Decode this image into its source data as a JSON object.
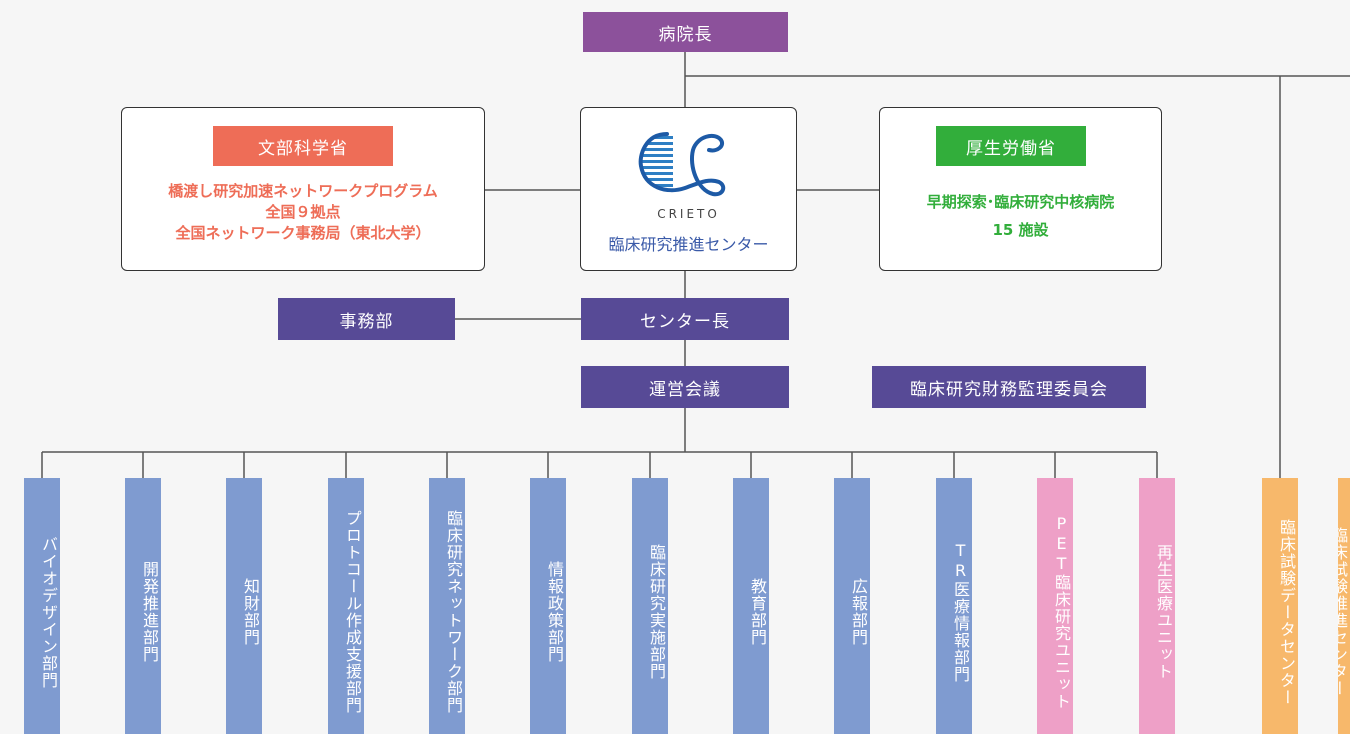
{
  "director": "病院長",
  "mext": {
    "title": "文部科学省",
    "lines": [
      "橋渡し研究加速ネットワークプログラム",
      "全国９拠点",
      "全国ネットワーク事務局（東北大学）"
    ]
  },
  "crieto": {
    "logo_text": "CRIETO",
    "name": "臨床研究推進センター"
  },
  "mhlw": {
    "title": "厚生労働省",
    "lines": [
      "早期探索･臨床研究中核病院",
      "15 施設"
    ]
  },
  "admin": "事務部",
  "center_head": "センター長",
  "council": "運営会議",
  "audit": "臨床研究財務監理委員会",
  "departments": [
    "バイオデザイン部門",
    "開発推進部門",
    "知財部門",
    "プロトコール作成支援部門",
    "臨床研究ネットワーク部門",
    "情報政策部門",
    "臨床研究実施部門",
    "教育部門",
    "広報部門",
    "TR医療情報部門",
    "PET臨床研究ユニット",
    "再生医療ユニット",
    "臨床試験データセンター",
    "臨床試験推進センター"
  ],
  "colors": {
    "director": "#8c519b",
    "navy": "#574a96",
    "mext": "#ee6d57",
    "mhlw": "#32ae3b",
    "dept_blue": "#7f9bd0",
    "unit_pink": "#eea0c7",
    "center_orange": "#f7b86b",
    "logo_blue": "#2e7fc4"
  }
}
